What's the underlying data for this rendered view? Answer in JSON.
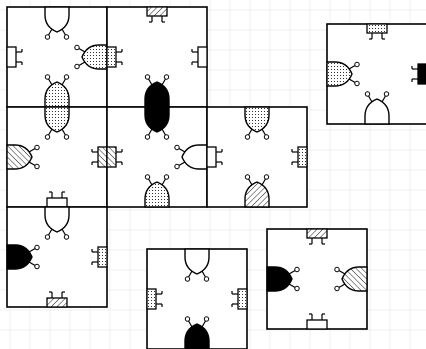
{
  "puzzle": {
    "colors": {
      "background": "#ffffff",
      "grid": "#e6e6e6",
      "tile_border": "#000000",
      "black_fill": "#000000",
      "white_fill": "#ffffff"
    },
    "fill_styles": [
      "white",
      "black",
      "dotted",
      "hatched"
    ],
    "part_kinds": [
      "head",
      "tail"
    ],
    "tiles": [
      {
        "id": "t1",
        "group": "main-board",
        "edges": {
          "top": [
            "white",
            "head"
          ],
          "right": [
            "dotted",
            "head"
          ],
          "bottom": [
            "dotted",
            "head"
          ],
          "left": [
            "white",
            "tail"
          ]
        }
      },
      {
        "id": "t2",
        "group": "main-board",
        "edges": {
          "top": [
            "hatched",
            "tail"
          ],
          "right": [
            "white",
            "tail"
          ],
          "bottom": [
            "black",
            "head"
          ],
          "left": [
            "dotted",
            "tail"
          ]
        }
      },
      {
        "id": "t3",
        "group": "main-board",
        "edges": {
          "top": [
            "dotted",
            "head"
          ],
          "right": [
            "hatched",
            "tail"
          ],
          "bottom": [
            "white",
            "tail"
          ],
          "left": [
            "hatched",
            "head"
          ]
        }
      },
      {
        "id": "t4",
        "group": "main-board",
        "edges": {
          "top": [
            "black",
            "head"
          ],
          "right": [
            "white",
            "head"
          ],
          "bottom": [
            "dotted",
            "head"
          ],
          "left": [
            "hatched",
            "tail"
          ]
        }
      },
      {
        "id": "t5",
        "group": "main-board",
        "edges": {
          "top": [
            "dotted",
            "head"
          ],
          "right": [
            "dotted",
            "tail"
          ],
          "bottom": [
            "hatched",
            "head"
          ],
          "left": [
            "white",
            "tail"
          ]
        }
      },
      {
        "id": "t6",
        "group": "main-board",
        "edges": {
          "top": [
            "white",
            "head"
          ],
          "right": [
            "dotted",
            "tail"
          ],
          "bottom": [
            "hatched",
            "tail"
          ],
          "left": [
            "black",
            "head"
          ]
        }
      },
      {
        "id": "t7",
        "group": "loose",
        "edges": {
          "top": [
            "dotted",
            "tail"
          ],
          "right": [
            "black",
            "tail"
          ],
          "bottom": [
            "white",
            "head"
          ],
          "left": [
            "dotted",
            "head"
          ]
        }
      },
      {
        "id": "t8",
        "group": "loose",
        "edges": {
          "top": [
            "white",
            "head"
          ],
          "right": [
            "dotted",
            "tail"
          ],
          "bottom": [
            "black",
            "head"
          ],
          "left": [
            "dotted",
            "tail"
          ]
        }
      },
      {
        "id": "t9",
        "group": "loose",
        "edges": {
          "top": [
            "hatched",
            "tail"
          ],
          "right": [
            "hatched",
            "head"
          ],
          "bottom": [
            "white",
            "tail"
          ],
          "left": [
            "black",
            "head"
          ]
        }
      }
    ]
  }
}
